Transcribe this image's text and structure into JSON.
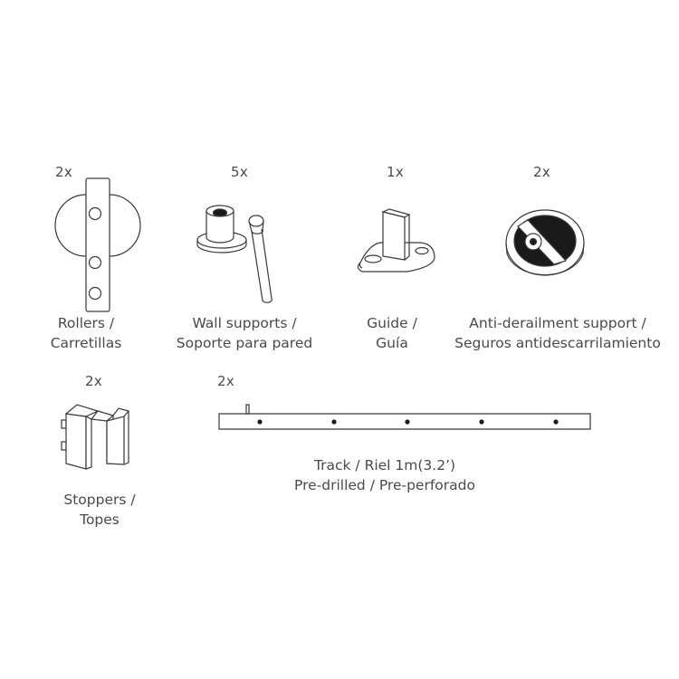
{
  "parts": {
    "rollers": {
      "qty": "2x",
      "line1": "Rollers /",
      "line2": "Carretillas"
    },
    "wall_supports": {
      "qty": "5x",
      "line1": "Wall supports /",
      "line2": "Soporte para pared"
    },
    "guide": {
      "qty": "1x",
      "line1": "Guide /",
      "line2": "Guía"
    },
    "anti_derailment": {
      "qty": "2x",
      "line1": "Anti-derailment support /",
      "line2": "Seguros antidescarrilamiento"
    },
    "stoppers": {
      "qty": "2x",
      "line1": "Stoppers /",
      "line2": "Topes"
    },
    "track": {
      "qty": "2x",
      "line1": "Track / Riel 1m(3.2’)",
      "line2": "Pre-drilled / Pre-perforado"
    }
  },
  "colors": {
    "line": "#3a3a3a",
    "text": "#4a4a4a",
    "fill": "#1a1a1a"
  }
}
